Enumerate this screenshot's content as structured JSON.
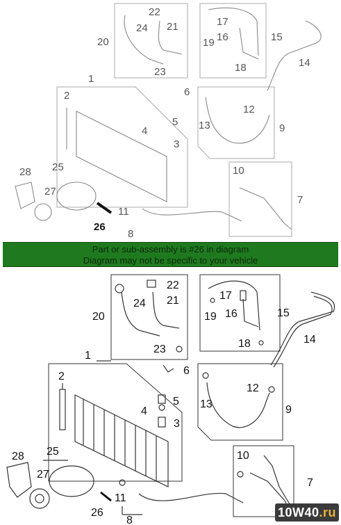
{
  "banner": {
    "line1": "Part or sub-assembly is #26 in diagram",
    "line2": "Diagram may not be specific to your vehicle"
  },
  "watermark": {
    "main": "10W40",
    "suffix": ".ru"
  },
  "top_callouts": {
    "c1": "1",
    "c2": "2",
    "c3": "3",
    "c4": "4",
    "c5": "5",
    "c6": "6",
    "c7": "7",
    "c8": "8",
    "c9": "9",
    "c10": "10",
    "c11": "11",
    "c12": "12",
    "c13": "13",
    "c14": "14",
    "c15": "15",
    "c16": "16",
    "c17": "17",
    "c18": "18",
    "c19": "19",
    "c20": "20",
    "c21": "21",
    "c22": "22",
    "c23": "23",
    "c24": "24",
    "c25": "25",
    "c26": "26",
    "c27": "27",
    "c28": "28"
  },
  "bottom_callouts": {
    "c1": "1",
    "c2": "2",
    "c3": "3",
    "c4": "4",
    "c5": "5",
    "c6": "6",
    "c7": "7",
    "c8": "8",
    "c9": "9",
    "c10": "10",
    "c11": "11",
    "c12": "12",
    "c13": "13",
    "c14": "14",
    "c15": "15",
    "c16": "16",
    "c17": "17",
    "c18": "18",
    "c19": "19",
    "c20": "20",
    "c21": "21",
    "c22": "22",
    "c23": "23",
    "c24": "24",
    "c25": "25",
    "c26": "26",
    "c27": "27",
    "c28": "28"
  },
  "colors": {
    "banner": "#1f7a1f",
    "highlight_part": "#111111",
    "watermark_bg": "#3b3b3b",
    "watermark_accent": "#e8b23a"
  }
}
